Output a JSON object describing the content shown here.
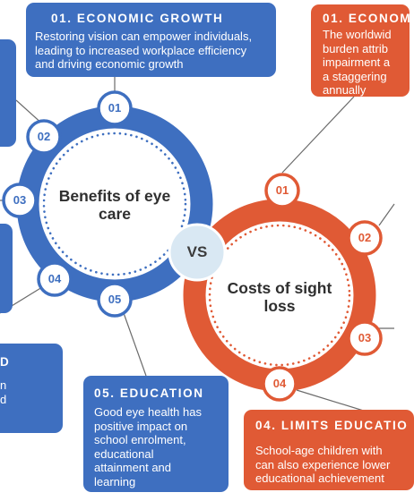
{
  "colors": {
    "blue": "#3e6fc0",
    "orange": "#e05a35",
    "vs_circle": "#d9e8f3"
  },
  "center": {
    "benefits": [
      "Benefits of eye",
      "care"
    ],
    "vs": "VS",
    "costs": [
      "Costs of sight",
      "loss"
    ]
  },
  "benefit_nodes": [
    "01",
    "02",
    "03",
    "04",
    "05"
  ],
  "cost_nodes": [
    "01",
    "02",
    "03",
    "04"
  ],
  "boxes": {
    "economic_growth": {
      "title": "01. ECONOMIC GROWTH",
      "body": [
        "Restoring vision can empower individuals,",
        "leading to increased workplace efficiency",
        "and driving economic growth"
      ]
    },
    "economic_burden": {
      "title": "01. ECONOM",
      "body": [
        "The worldwid",
        "burden attrib",
        "impairment a",
        "a staggering",
        "annually"
      ]
    },
    "left_partial": {
      "title": "D",
      "body": [
        "n",
        "d"
      ]
    },
    "education": {
      "title": "05. EDUCATION",
      "body": [
        "Good eye health has",
        "positive impact on",
        "school enrolment,",
        "educational",
        "attainment and",
        "learning"
      ]
    },
    "limits_education": {
      "title": "04. LIMITS EDUCATIO",
      "body": [
        "School-age children with",
        "can also experience lower",
        "educational achievement"
      ]
    }
  }
}
